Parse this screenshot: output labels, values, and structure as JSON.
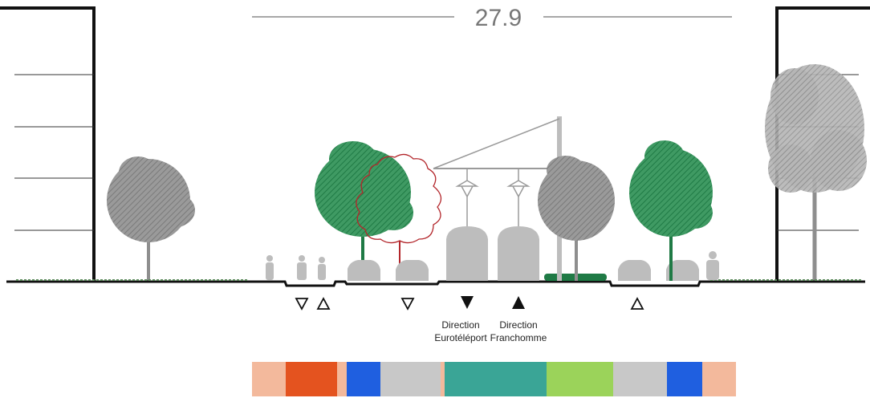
{
  "dimension": {
    "width_label": "27.9"
  },
  "directions": [
    {
      "line1": "Direction",
      "line2": "Eurotéléport",
      "symbol": "down-filled-triangle"
    },
    {
      "line1": "Direction",
      "line2": "Franchomme",
      "symbol": "up-filled-triangle"
    }
  ],
  "lane_markers": [
    {
      "symbol": "down-outline-triangle"
    },
    {
      "symbol": "up-outline-triangle"
    },
    {
      "symbol": "down-outline-triangle"
    },
    {
      "symbol": "up-outline-triangle"
    }
  ],
  "color_bar": [
    {
      "color": "#f3b99c"
    },
    {
      "color": "#e4531f"
    },
    {
      "color": "#f3b99c"
    },
    {
      "color": "#1f5fe0"
    },
    {
      "color": "#c8c8c8"
    },
    {
      "color": "#f3b99c"
    },
    {
      "color": "#3aa596"
    },
    {
      "color": "#9bd35a"
    },
    {
      "color": "#c8c8c8"
    },
    {
      "color": "#1f5fe0"
    },
    {
      "color": "#f3b99c"
    }
  ],
  "colors": {
    "green_tree": "#2e8b57",
    "grey_tree": "#8e8e8e",
    "red_tree_outline": "#b3262b",
    "vehicle": "#bdbdbd",
    "building_line": "#111111"
  }
}
